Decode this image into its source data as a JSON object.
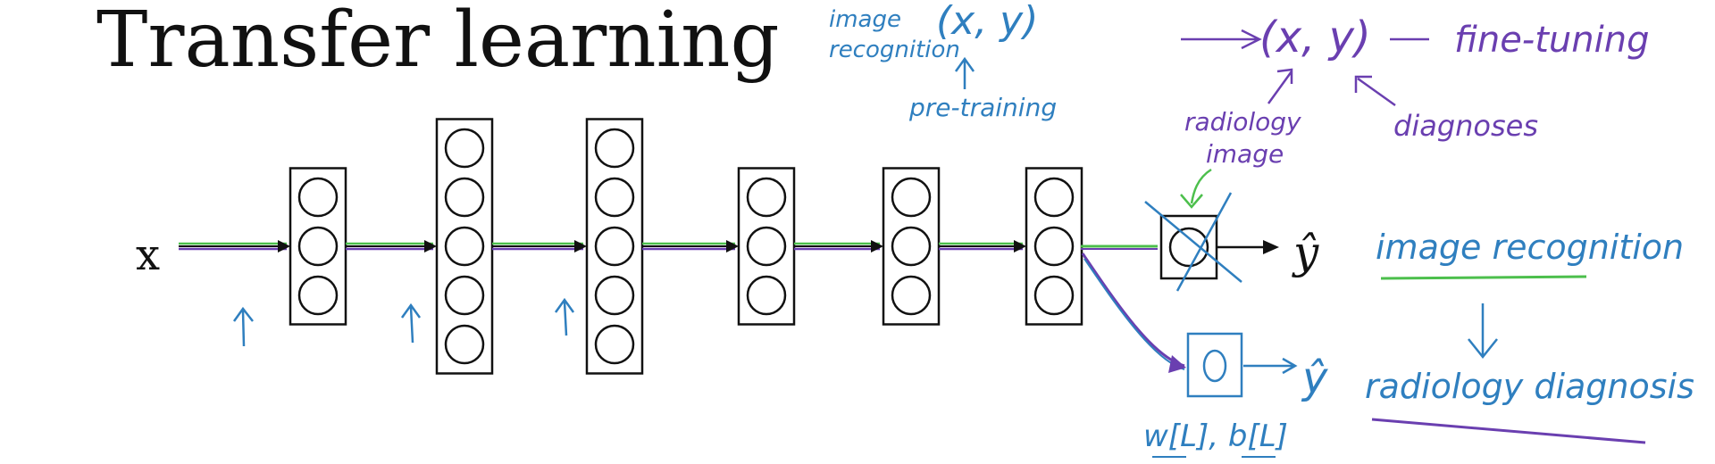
{
  "title": "Transfer learning",
  "input_label": "x",
  "output_label": "ŷ",
  "new_output_label": "ŷ",
  "annotations": {
    "image_recognition_small": "image recognition",
    "xy_top": "(x, y)",
    "pre_training": "pre-training",
    "xy_right": "(x, y)",
    "fine_tuning": "fine-tuning",
    "radiology_image": "radiology image",
    "diagnoses": "diagnoses",
    "weights": "w[L], b[L]",
    "image_recognition_big": "image recognition",
    "radiology_diagnosis": "radiology diagnosis"
  },
  "network": {
    "layers": [
      3,
      5,
      5,
      3,
      3,
      3
    ],
    "output_nodes": 1
  },
  "colors": {
    "ink": "#111111",
    "blue": "#2f7fbf",
    "purple": "#6a3fb0",
    "green": "#4cbf4c"
  }
}
